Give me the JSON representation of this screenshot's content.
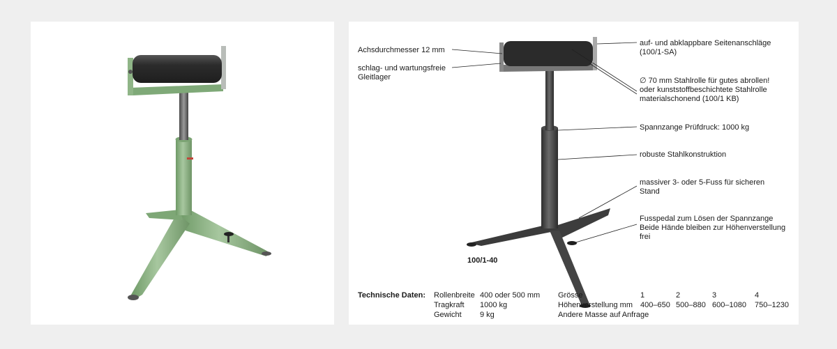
{
  "annotations": {
    "achsdurchmesser": "Achsdurchmesser 12 mm",
    "gleitlager_1": "schlag- und wartungsfreie",
    "gleitlager_2": "Gleitlager",
    "seitenanschlaege_1": "auf- und abklappbare Seitenanschläge",
    "seitenanschlaege_2": "(100/1-SA)",
    "stahlrolle_1": "∅ 70 mm Stahlrolle für gutes abrollen!",
    "stahlrolle_2": "oder kunststoffbeschichtete Stahlrolle",
    "stahlrolle_3": "materialschonend (100/1 KB)",
    "spannzange": "Spannzange Prüfdruck: 1000 kg",
    "stahlkonstruktion": "robuste Stahlkonstruktion",
    "fuss_1": "massiver 3- oder 5-Fuss für sicheren",
    "fuss_2": "Stand",
    "pedal_1": "Fusspedal zum Lösen der Spannzange",
    "pedal_2": "Beide Hände bleiben zur Höhenverstellung",
    "pedal_3": "frei"
  },
  "model_number": "100/1-40",
  "technical_data": {
    "title": "Technische Daten:",
    "rows": [
      {
        "label": "Rollenbreite",
        "value": "400 oder 500 mm"
      },
      {
        "label": "Tragkraft",
        "value": "1000 kg"
      },
      {
        "label": "Gewicht",
        "value": "9 kg"
      }
    ],
    "size_table": {
      "size_label": "Grösse",
      "height_label": "Höhenverstellung mm",
      "sizes": [
        "1",
        "2",
        "3",
        "4"
      ],
      "heights": [
        "400–650",
        "500–880",
        "600–1080",
        "750–1230"
      ],
      "note": "Andere Masse auf Anfrage"
    }
  },
  "colors": {
    "stand_green": "#8fb587",
    "roller_dark": "#3a3a3a",
    "sketch_dark": "#4a4a4a"
  }
}
